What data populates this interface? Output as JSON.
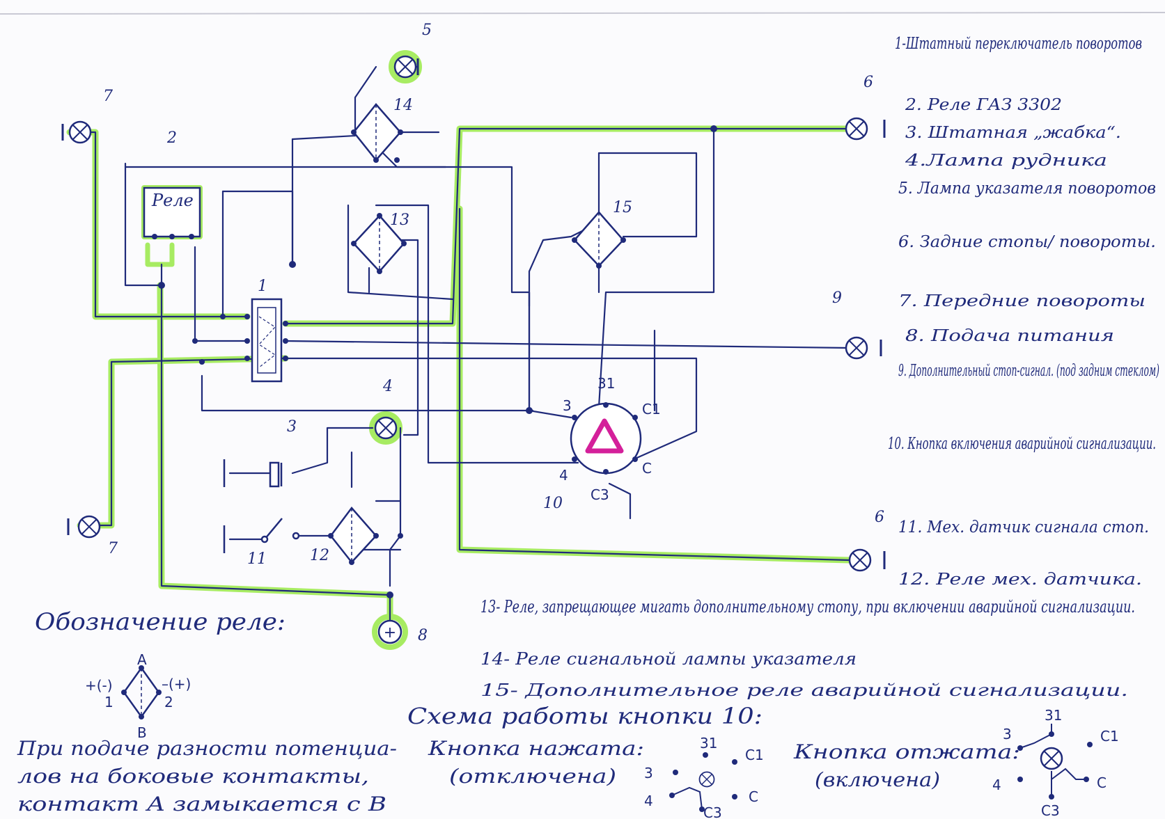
{
  "legend": [
    "1-Штатный переключатель поворотов",
    "2. Реле ГАЗ 3302",
    "3. Штатная „жабка“.",
    "4.Лампа рудника",
    "5. Лампа указателя поворотов",
    "6. Задние стопы/ повороты.",
    "7. Передние повороты",
    "8. Подача питания",
    "9. Дополнительный стоп-сигнал. (под задним стеклом)",
    "10. Кнопка включения аварийной сигнализации.",
    "11. Мех. датчик сигнала стоп.",
    "12. Реле мех. датчика."
  ],
  "notes": [
    "13- Реле, запрещающее мигать дополнительному стопу, при включении аварийной сигнализации.",
    "14- Реле сигнальной лампы указателя",
    "15- Дополнительное реле аварийной сигнализации."
  ],
  "relay_label": "Реле",
  "component_numbers": {
    "n1": "1",
    "n2": "2",
    "n3": "3",
    "n4": "4",
    "n5": "5",
    "n6a": "6",
    "n6b": "6",
    "n7a": "7",
    "n7b": "7",
    "n8": "8",
    "n9": "9",
    "n10": "10",
    "n11": "11",
    "n12": "12",
    "n13": "13",
    "n14": "14",
    "n15": "15"
  },
  "button_pins": {
    "p31": "31",
    "p3": "3",
    "pC1": "C1",
    "p4": "4",
    "pC": "C",
    "pC3": "C3"
  },
  "power_symbol": "+",
  "relay_notation": {
    "title": "Обозначение реле:",
    "A": "A",
    "B": "B",
    "left": "+(-)",
    "right": "–(+)",
    "pin1": "1",
    "pin2": "2",
    "text_lines": [
      "При подаче разности потенциа-",
      "лов на боковые контакты,",
      "контакт A замыкается с B"
    ]
  },
  "button_scheme": {
    "title": "Схема работы кнопки 10:",
    "pressed_label": "Кнопка нажата:",
    "pressed_sub": "(отключена)",
    "released_label": "Кнопка отжата:",
    "released_sub": "(включена)",
    "pins": {
      "p31": "31",
      "pC1": "C1",
      "p3": "3",
      "p4": "4",
      "pC": "C",
      "pC3": "C3"
    }
  },
  "colors": {
    "ink": "#1f2a7a",
    "highlight": "#9eea52",
    "hazard": "#d4209a"
  }
}
